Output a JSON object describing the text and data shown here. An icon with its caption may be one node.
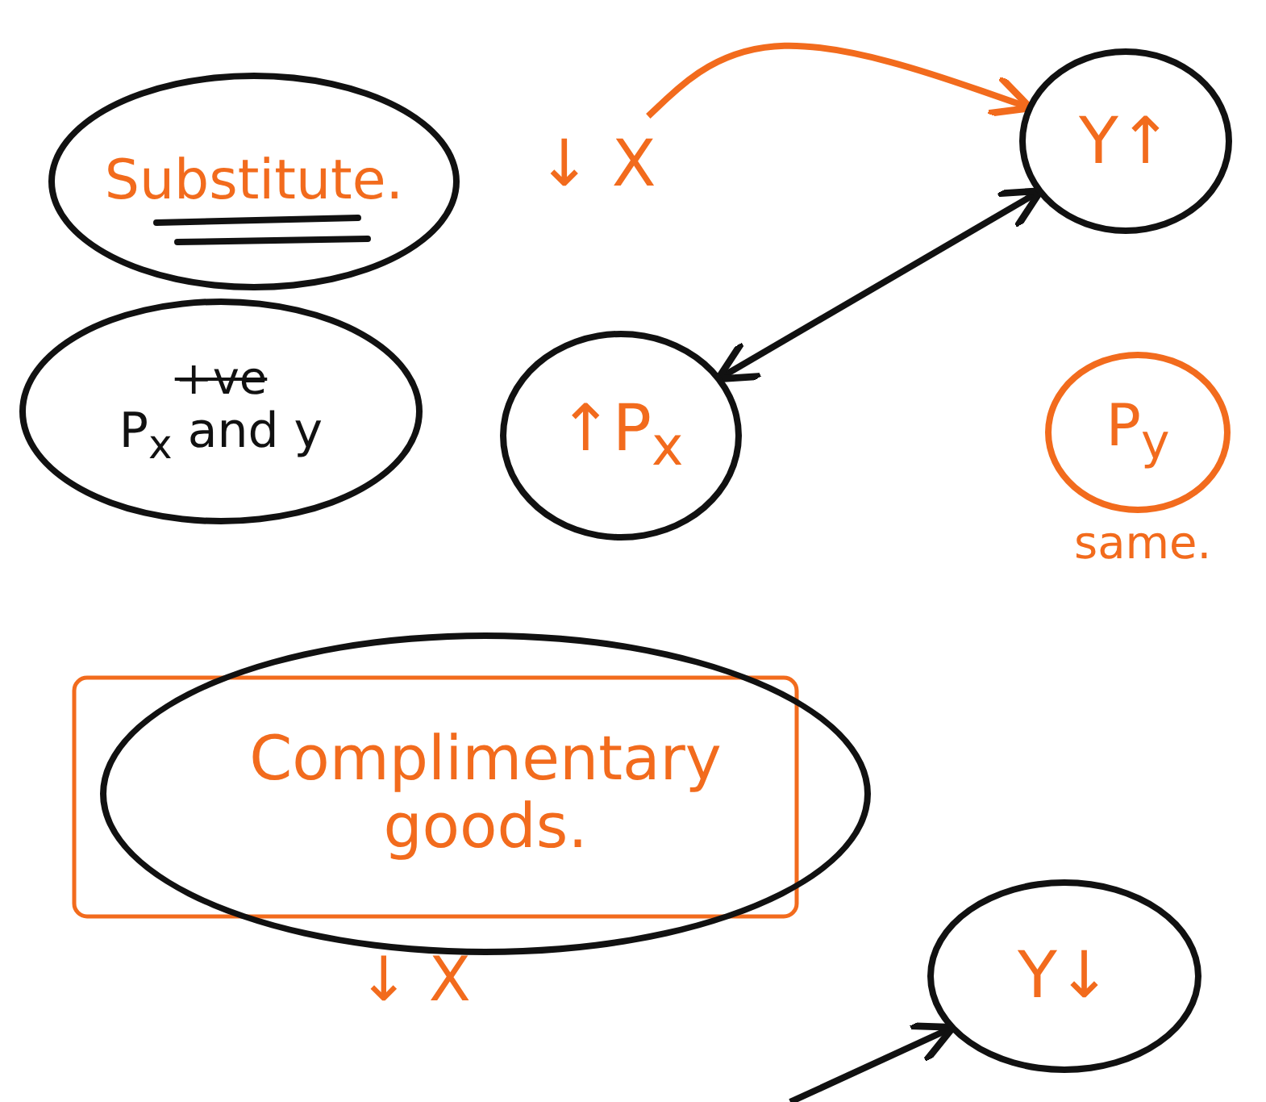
{
  "diagram": {
    "nodes": [
      {
        "text": [
          "Substitute."
        ]
      },
      {
        "text": [
          "+ve",
          "P$_{x}$ and y"
        ]
      },
      {
        "text": [
          "↓ X"
        ]
      },
      {
        "text": [
          "Y↑"
        ]
      },
      {
        "text": [
          "↑P$_{x}$"
        ]
      },
      {
        "text": [
          "P$_{y}$"
        ],
        "beside": [
          "same."
        ]
      },
      {
        "text": [
          "Complimentary goods."
        ]
      },
      {
        "text": [
          "Y↓"
        ]
      }
    ],
    "edges": [
      {
        "from": 2,
        "to": 3,
        "arrow": "to",
        "color": "#f26b1d"
      },
      {
        "from": 4,
        "to": 3,
        "arrow": "both"
      },
      {
        "from": null,
        "to": 7,
        "arrow": "to"
      }
    ],
    "labels": [
      "↓ X"
    ]
  }
}
